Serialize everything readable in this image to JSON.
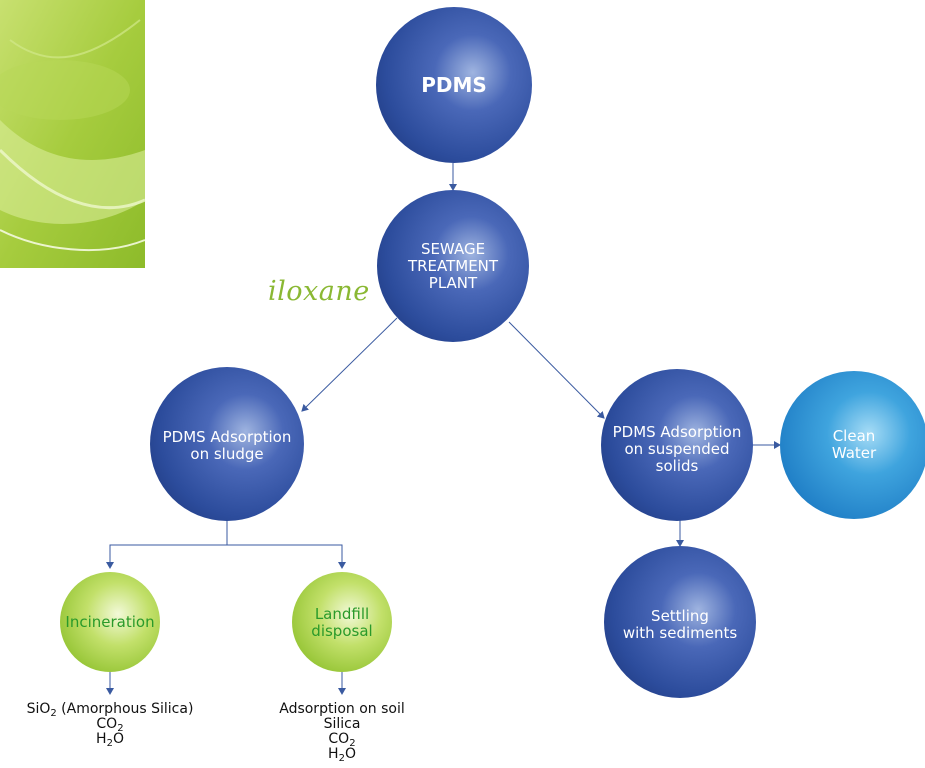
{
  "banner": {
    "word": "iloxane"
  },
  "nodes": {
    "pdms": {
      "label": "PDMS"
    },
    "sewage": {
      "lines": [
        "SEWAGE",
        "TREATMENT",
        "PLANT"
      ]
    },
    "sludge": {
      "lines": [
        "PDMS Adsorption",
        "on sludge"
      ]
    },
    "suspended": {
      "lines": [
        "PDMS Adsorption",
        "on suspended",
        "solids"
      ]
    },
    "clean_water": {
      "lines": [
        "Clean",
        "Water"
      ]
    },
    "settling": {
      "lines": [
        "Settling",
        "with sediments"
      ]
    },
    "incineration": {
      "label": "Incineration"
    },
    "landfill": {
      "lines": [
        "Landfill",
        "disposal"
      ]
    }
  },
  "captions": {
    "incineration": {
      "line1_prefix": "SiO",
      "line1_sub": "2",
      "line1_suffix": " (Amorphous Silica)",
      "line2_prefix": "CO",
      "line2_sub": "2",
      "line3_prefix": "H",
      "line3_sub": "2",
      "line3_suffix": "O"
    },
    "landfill": {
      "line1": "Adsorption on soil",
      "line2": "Silica",
      "line3_prefix": "CO",
      "line3_sub": "2",
      "line4_prefix": "H",
      "line4_sub": "2",
      "line4_suffix": "O"
    }
  },
  "colors": {
    "blue_node": "#2c4c9c",
    "cyan_node": "#2a8fd0",
    "green_node": "#9ccc3a",
    "connector": "#3a5aa0"
  }
}
